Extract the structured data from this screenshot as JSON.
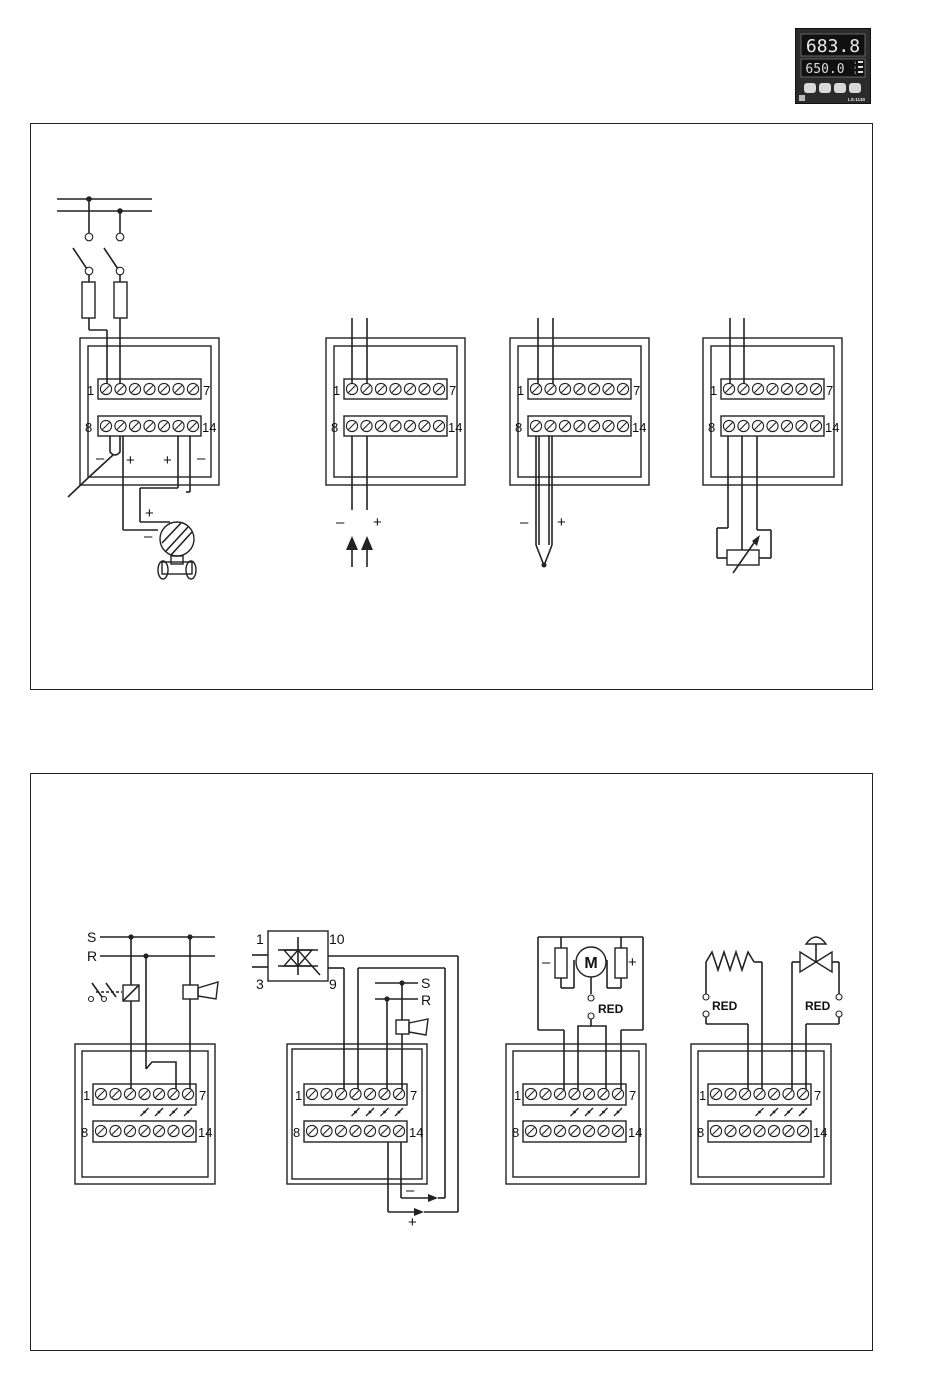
{
  "device": {
    "display_top": "683.8",
    "display_bottom": "650.0",
    "model": "LS-1130",
    "led_labels": [
      "1",
      "2",
      "3"
    ]
  },
  "terminals": {
    "top_left": "1",
    "top_right": "7",
    "bottom_left": "8",
    "bottom_right": "14"
  },
  "polarity": {
    "minus": "–",
    "plus": "+"
  },
  "supply": {
    "s": "S",
    "r": "R"
  },
  "ssr": {
    "t1": "1",
    "t10": "10",
    "t3": "3",
    "t9": "9"
  },
  "motor": {
    "symbol": "M"
  },
  "net_label": "RED"
}
